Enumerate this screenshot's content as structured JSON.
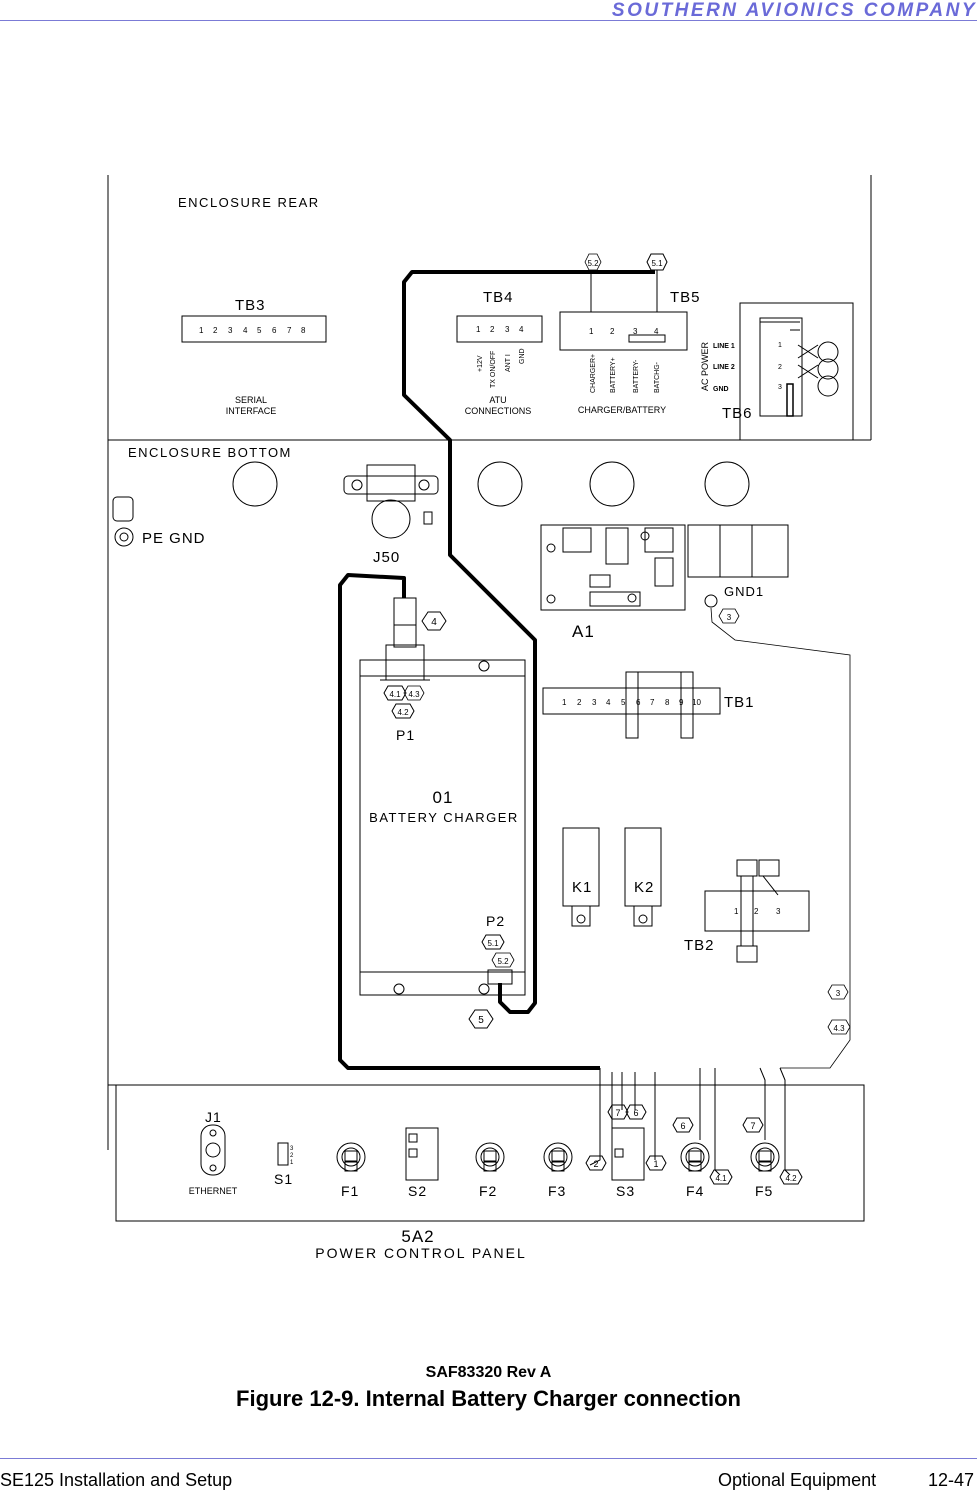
{
  "header": {
    "company": "SOUTHERN AVIONICS COMPANY"
  },
  "diagram": {
    "enclosure_rear": "ENCLOSURE REAR",
    "enclosure_bottom": "ENCLOSURE BOTTOM",
    "tb3": {
      "name": "TB3",
      "terminals": [
        "1",
        "2",
        "3",
        "4",
        "5",
        "6",
        "7",
        "8"
      ],
      "caption_line1": "SERIAL",
      "caption_line2": "INTERFACE"
    },
    "tb4": {
      "name": "TB4",
      "terminals": [
        "1",
        "2",
        "3",
        "4"
      ],
      "signals": [
        "+12V",
        "TX ON/OFF",
        "ANT I",
        "GND"
      ],
      "caption_line1": "ATU",
      "caption_line2": "CONNECTIONS"
    },
    "tb5": {
      "name": "TB5",
      "terminals": [
        "1",
        "2",
        "3",
        "4"
      ],
      "signals": [
        "CHARGER+",
        "BATTERY+",
        "BATTERY-",
        "BATCHG-"
      ],
      "caption": "CHARGER/BATTERY"
    },
    "tb6": {
      "name": "TB6",
      "power_label": "AC POWER",
      "lines": [
        "LINE 1",
        "LINE 2",
        "GND"
      ],
      "terminals": [
        "1",
        "2",
        "3"
      ]
    },
    "pe_gnd": "PE GND",
    "j50": "J50",
    "a1": "A1",
    "gnd1": "GND1",
    "tb1": {
      "name": "TB1",
      "terminals": [
        "1",
        "2",
        "3",
        "4",
        "5",
        "6",
        "7",
        "8",
        "9",
        "10"
      ]
    },
    "charger": {
      "ref": "01",
      "name": "BATTERY CHARGER",
      "p1": "P1",
      "p2": "P2"
    },
    "relays": [
      "K1",
      "K2"
    ],
    "tb2": {
      "name": "TB2",
      "terminals": [
        "1",
        "2",
        "3"
      ]
    },
    "panel": {
      "ref": "5A2",
      "name": "POWER CONTROL PANEL",
      "j1": "J1",
      "ethernet": "ETHERNET",
      "s1": "S1",
      "s1_positions": [
        "3",
        "2",
        "1"
      ],
      "switches": [
        "F1",
        "S2",
        "F2",
        "F3",
        "S3",
        "F4",
        "F5"
      ]
    },
    "markers": {
      "m51_top": "5.1",
      "m52_top": "5.2",
      "m4": "4",
      "m41": "4.1",
      "m42": "4.2",
      "m43": "4.3",
      "m51": "5.1",
      "m52": "5.2",
      "m5": "5",
      "m3": "3",
      "m6": "6",
      "m7": "7",
      "m1": "1",
      "m2": "2"
    }
  },
  "figure": {
    "doc_number": "SAF83320 Rev A",
    "caption": "Figure 12-9.  Internal Battery Charger connection"
  },
  "footer": {
    "left": "SE125 Installation and Setup",
    "section": "Optional Equipment",
    "page": "12-47"
  }
}
